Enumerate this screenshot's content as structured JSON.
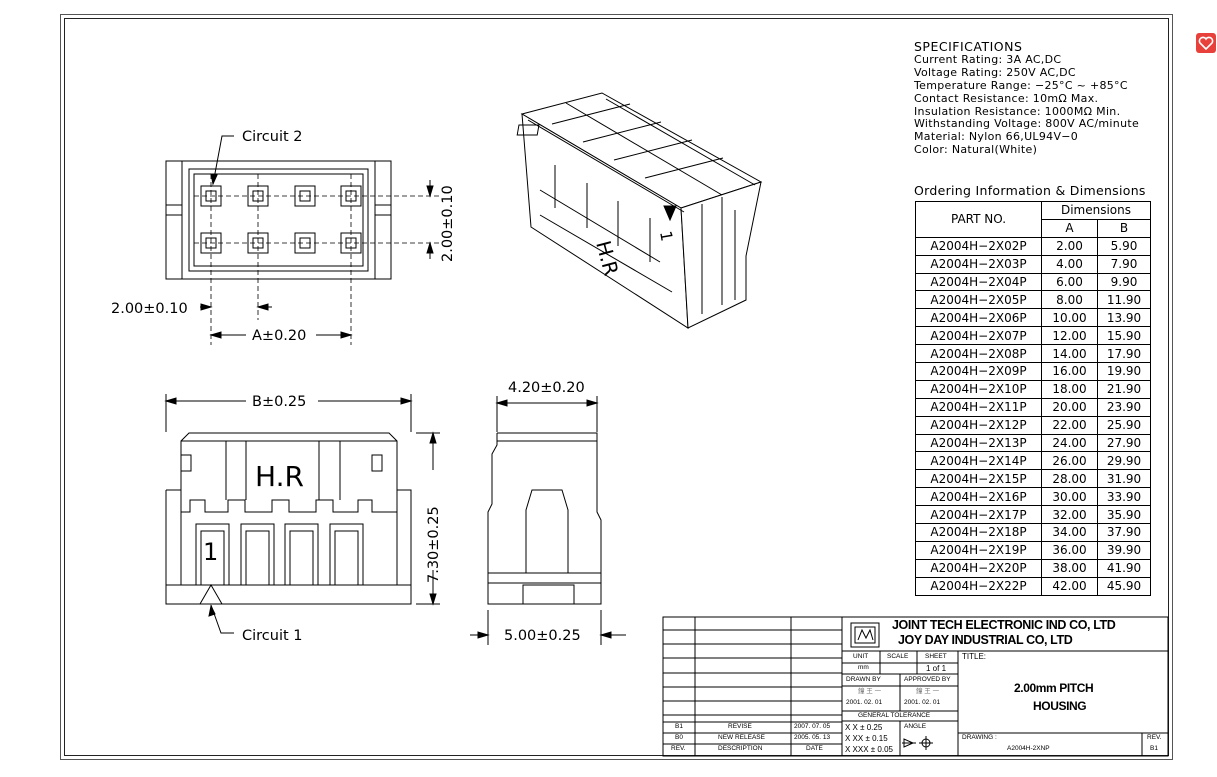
{
  "specifications": {
    "title": "SPECIFICATIONS",
    "lines": [
      "Current  Rating:  3A  AC,DC",
      "Voltage  Rating:  250V  AC,DC",
      "Temperature  Range:  −25°C  ~  +85°C",
      "Contact  Resistance:  10mΩ  Max.",
      "Insulation  Resistance:  1000MΩ  Min.",
      "Withstanding  Voltage:  800V  AC/minute",
      "Material:  Nylon  66,UL94V−0",
      "Color:  Natural(White)"
    ]
  },
  "ordering": {
    "title": "Ordering  Information  &  Dimensions",
    "col_part": "PART  NO.",
    "col_dims": "Dimensions",
    "col_a": "A",
    "col_b": "B",
    "rows": [
      [
        "A2004H−2X02P",
        "2.00",
        "5.90"
      ],
      [
        "A2004H−2X03P",
        "4.00",
        "7.90"
      ],
      [
        "A2004H−2X04P",
        "6.00",
        "9.90"
      ],
      [
        "A2004H−2X05P",
        "8.00",
        "11.90"
      ],
      [
        "A2004H−2X06P",
        "10.00",
        "13.90"
      ],
      [
        "A2004H−2X07P",
        "12.00",
        "15.90"
      ],
      [
        "A2004H−2X08P",
        "14.00",
        "17.90"
      ],
      [
        "A2004H−2X09P",
        "16.00",
        "19.90"
      ],
      [
        "A2004H−2X10P",
        "18.00",
        "21.90"
      ],
      [
        "A2004H−2X11P",
        "20.00",
        "23.90"
      ],
      [
        "A2004H−2X12P",
        "22.00",
        "25.90"
      ],
      [
        "A2004H−2X13P",
        "24.00",
        "27.90"
      ],
      [
        "A2004H−2X14P",
        "26.00",
        "29.90"
      ],
      [
        "A2004H−2X15P",
        "28.00",
        "31.90"
      ],
      [
        "A2004H−2X16P",
        "30.00",
        "33.90"
      ],
      [
        "A2004H−2X17P",
        "32.00",
        "35.90"
      ],
      [
        "A2004H−2X18P",
        "34.00",
        "37.90"
      ],
      [
        "A2004H−2X19P",
        "36.00",
        "39.90"
      ],
      [
        "A2004H−2X20P",
        "38.00",
        "41.90"
      ],
      [
        "A2004H−2X22P",
        "42.00",
        "45.90"
      ]
    ]
  },
  "drawing": {
    "circuit2": "Circuit  2",
    "circuit1": "Circuit  1",
    "dim_pitch_v": "2.00±0.10",
    "dim_pitch_h": "2.00±0.10",
    "dim_a": "A±0.20",
    "dim_b": "B±0.25",
    "dim_height": "7.30±0.25",
    "dim_depth_top": "4.20±0.20",
    "dim_depth_bottom": "5.00±0.25",
    "front_mark": "H.R",
    "iso_mark": "H.R",
    "pin_one": "1",
    "iso_pin_one": "1"
  },
  "title_block": {
    "company_line1": "JOINT  TECH ELECTRONIC IND  CO,  LTD",
    "company_line2": "JOY  DAY  INDUSTRIAL  CO,  LTD",
    "unit_label": "UNIT",
    "unit_value": "mm",
    "scale_label": "SCALE",
    "sheet_label": "SHEET",
    "sheet_value": "1 of 1",
    "title_label": "TITLE:",
    "title_line1": "2.00mm PITCH",
    "title_line2": "HOUSING",
    "drawn_by_label": "DRAWN BY",
    "approved_by_label": "APPROVED BY",
    "drawn_sig": "鐘 王 一",
    "approved_sig": "鐘 王 一",
    "drawn_date": "2001. 02. 01",
    "approved_date": "2001. 02. 01",
    "tolerance_label": "GENERAL  TOLERANCE",
    "tol_1": "X X ± 0.25",
    "tol_2": "X XX ± 0.15",
    "tol_3": "X XXX ± 0.05",
    "angle_label": "ANGLE",
    "drawing_no_label": "DRAWING :",
    "drawing_no": "A2004H-2XNP",
    "rev_label": "REV.",
    "rev_value": "B1",
    "rev_rows": [
      [
        "B1",
        "REVISE",
        "2007. 07. 05"
      ],
      [
        "B0",
        "NEW RELEASE",
        "2005. 05. 13"
      ],
      [
        "REV.",
        "DESCRIPTION",
        "DATE"
      ]
    ]
  }
}
